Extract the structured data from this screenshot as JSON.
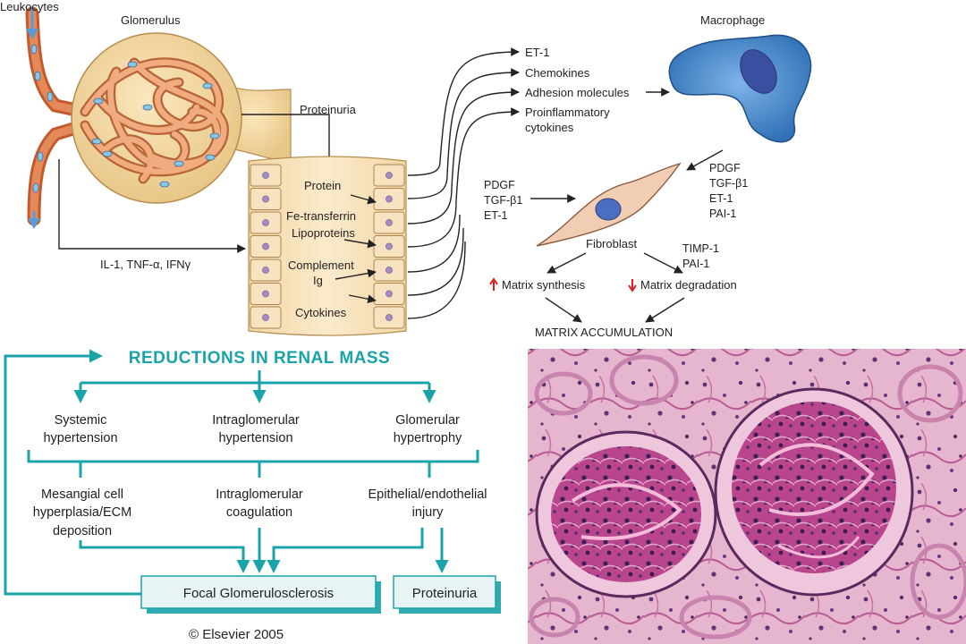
{
  "top_diagram": {
    "leukocytes": "Leukocytes",
    "glomerulus": "Glomerulus",
    "proteinuria_label": "Proteinuria",
    "cytokines_in": "IL-1, TNF-α, IFNγ",
    "tubule_items": [
      "Protein",
      "Fe-transferrin",
      "Lipoproteins",
      "Complement",
      "Ig",
      "Cytokines"
    ],
    "mediators": [
      "ET-1",
      "Chemokines",
      "Adhesion molecules",
      "Proinflammatory",
      "cytokines"
    ],
    "macrophage": "Macrophage",
    "macrophage_factors": [
      "PDGF",
      "TGF-β1",
      "ET-1",
      "PAI-1"
    ],
    "fibroblast_inputs": [
      "PDGF",
      "TGF-β1",
      "ET-1"
    ],
    "fibroblast": "Fibroblast",
    "inhibitors": [
      "TIMP-1",
      "PAI-1"
    ],
    "matrix_synthesis": "Matrix synthesis",
    "matrix_degradation": "Matrix degradation",
    "matrix_accumulation": "MATRIX ACCUMULATION"
  },
  "flowchart": {
    "title": "REDUCTIONS IN RENAL MASS",
    "level1": [
      [
        "Systemic",
        "hypertension"
      ],
      [
        "Intraglomerular",
        "hypertension"
      ],
      [
        "Glomerular",
        "hypertrophy"
      ]
    ],
    "level2": [
      [
        "Mesangial cell",
        "hyperplasia/ECM",
        "deposition"
      ],
      [
        "Intraglomerular",
        "coagulation"
      ],
      [
        "Epithelial/endothelial",
        "injury"
      ]
    ],
    "box_fgs": "Focal Glomerulosclerosis",
    "box_proteinuria": "Proteinuria",
    "copyright": "© Elsevier 2005"
  },
  "colors": {
    "teal": "#1aa3a8",
    "capillary": "#e9a57c",
    "tubule": "#f5ddb0",
    "macrophage": "#4d8fd1",
    "fibroblast": "#f1cdb3",
    "tissue": "#d98ab5",
    "up_down_arrow": "#e02020"
  }
}
